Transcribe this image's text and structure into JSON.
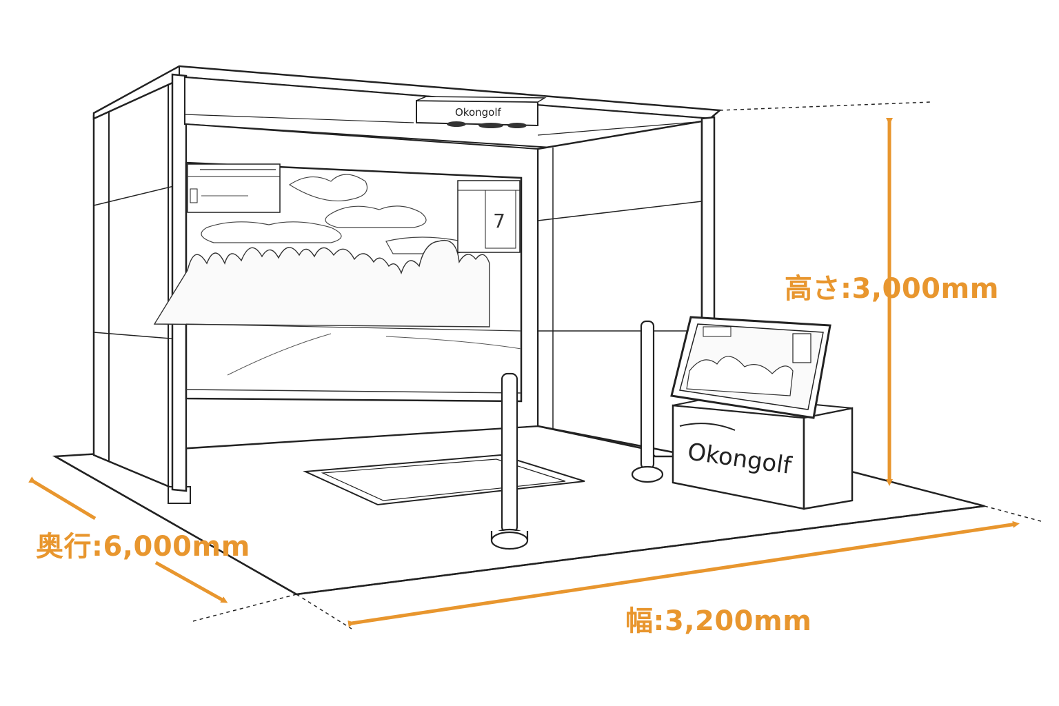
{
  "brand": {
    "kiosk_logo": "Okongolf",
    "sensor_logo": "Okongolf"
  },
  "dimensions": {
    "height_label": "高さ:3,000mm",
    "depth_label": "奥行:6,000mm",
    "width_label": "幅:3,200mm"
  },
  "screen": {
    "scorecard_hole_number": "7"
  },
  "colors": {
    "accent": "#E8962E",
    "line": "#222222",
    "background": "#ffffff"
  }
}
